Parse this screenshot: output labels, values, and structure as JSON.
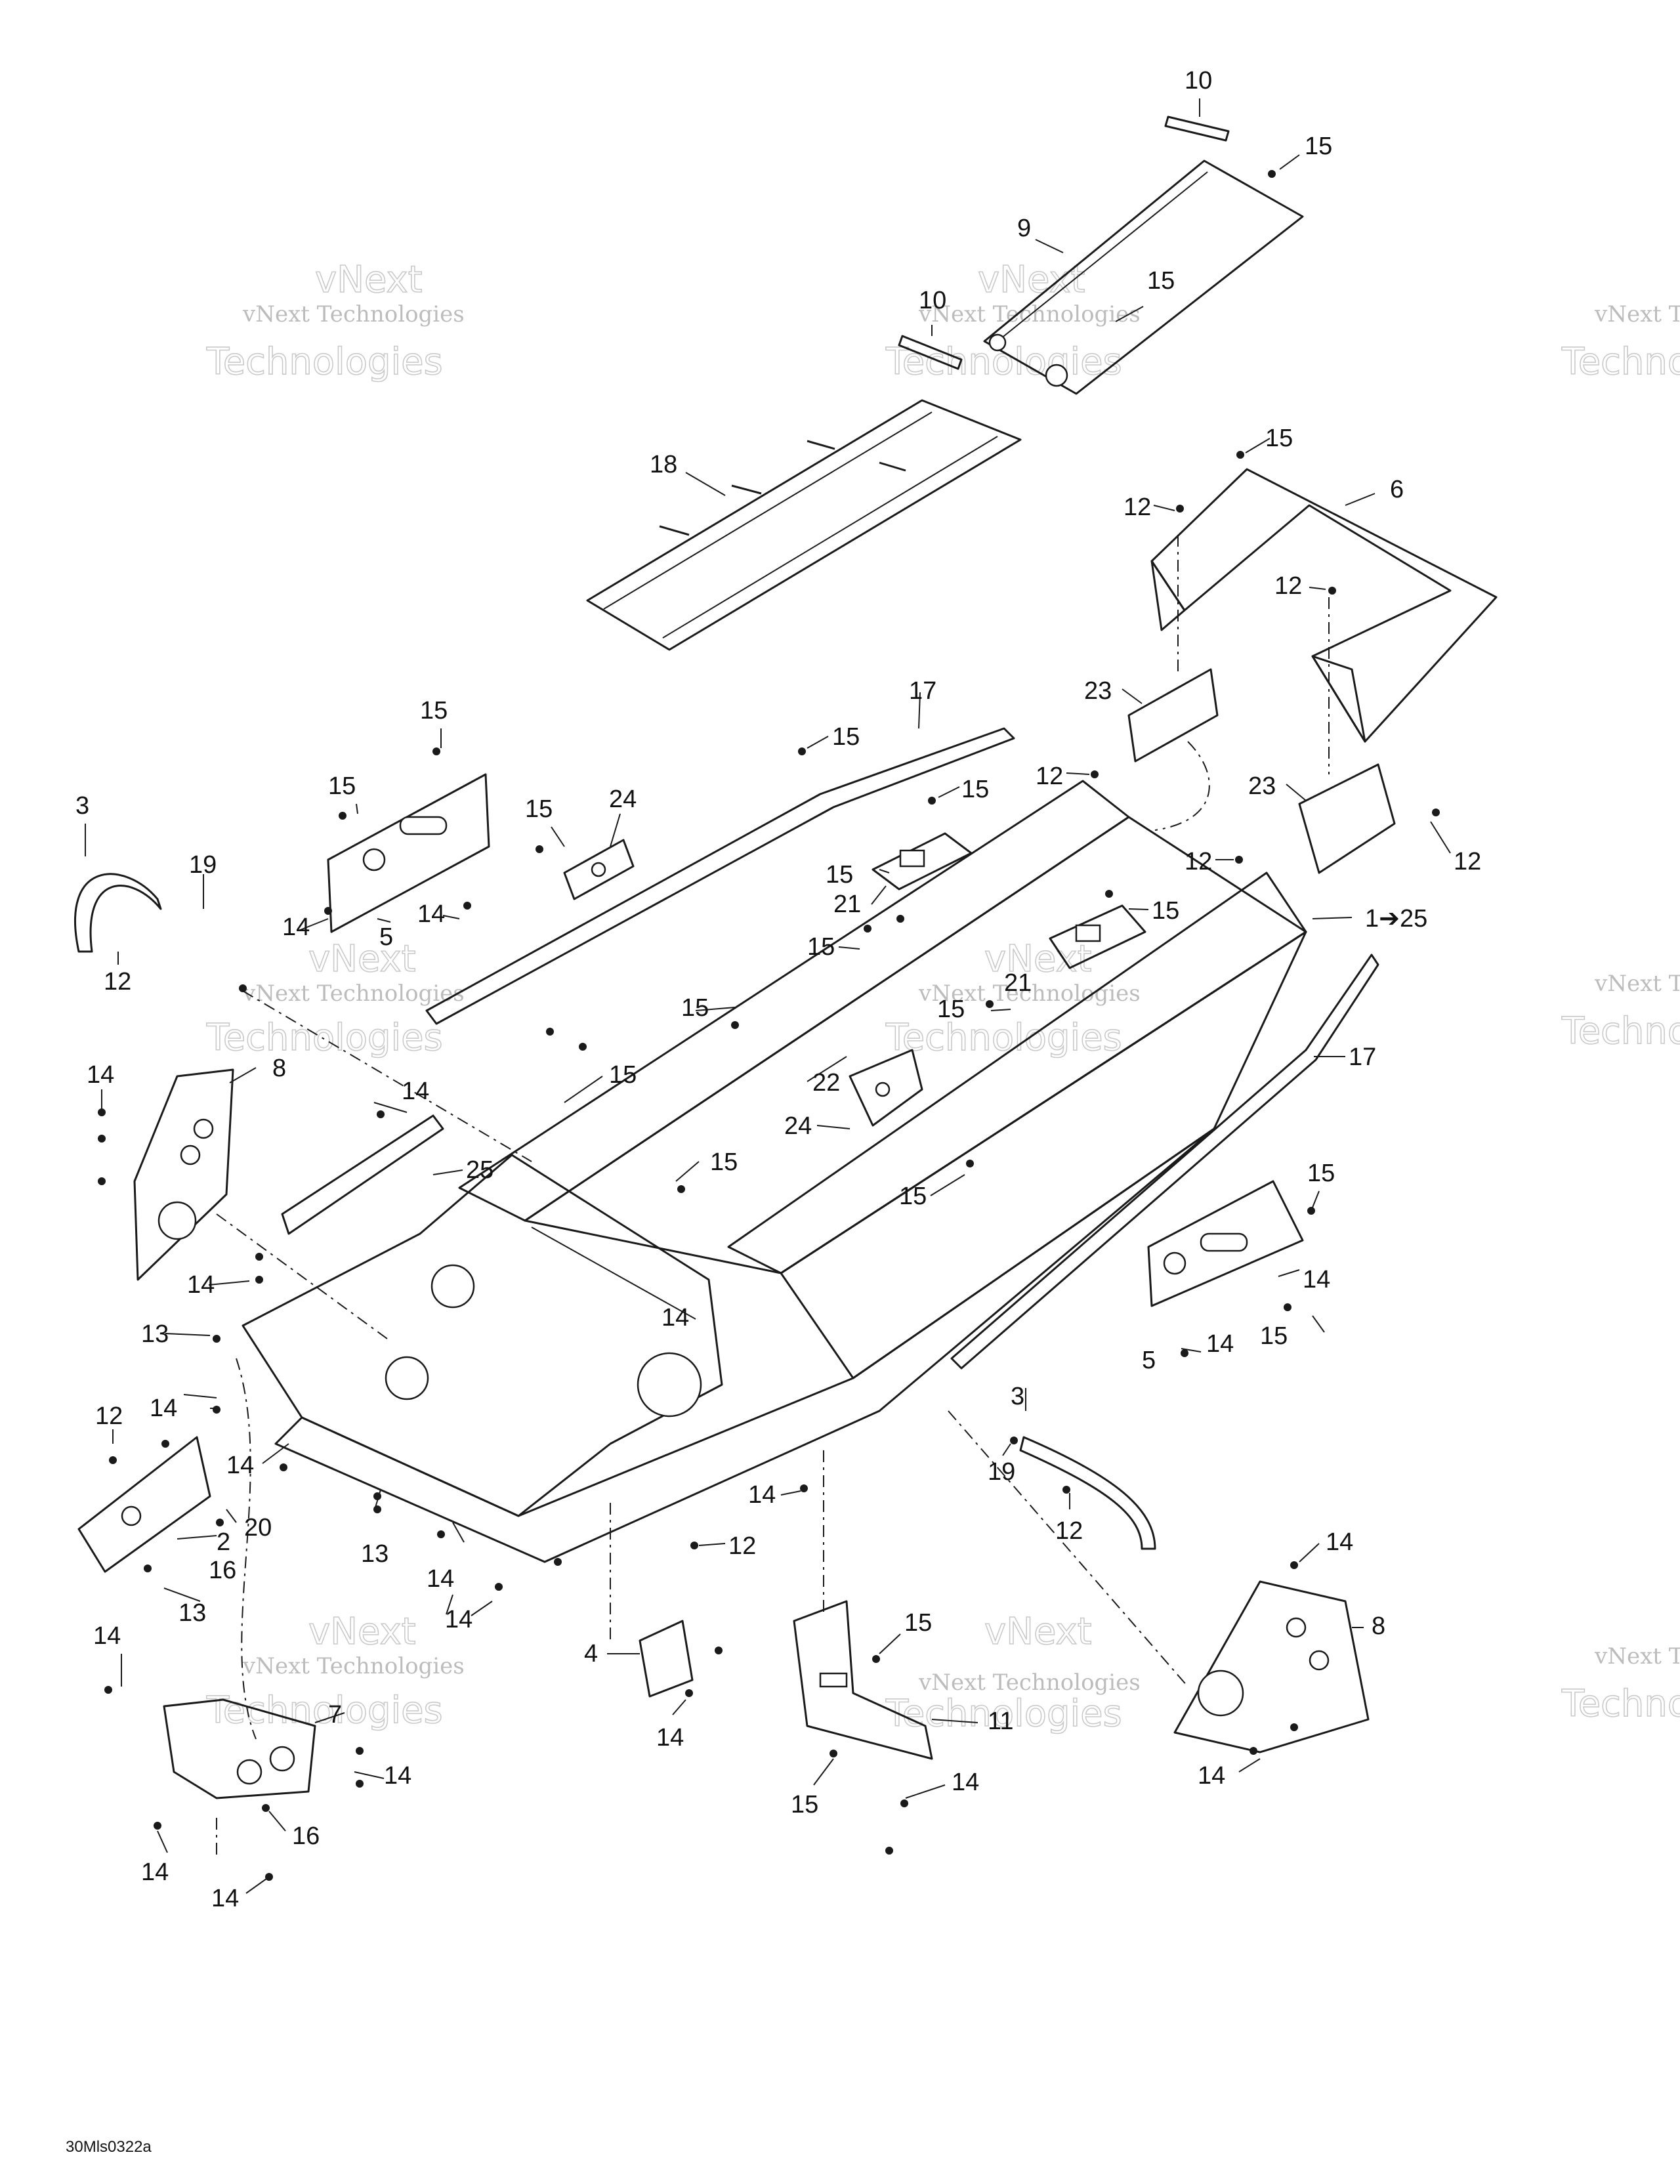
{
  "figure_code": "30Mls0322a",
  "watermark": {
    "line1": "vNext",
    "line2": "vNext Technologies",
    "line3": "Technologies",
    "line4": "vNext Te",
    "line5": "Techno"
  },
  "callouts": {
    "c10a": "10",
    "c15a": "15",
    "c9": "9",
    "c10b": "10",
    "c15b": "15",
    "c18": "18",
    "c15c": "15",
    "c6": "6",
    "c12a": "12",
    "c12b": "12",
    "c23a": "23",
    "c23b": "23",
    "c12c": "12",
    "c12d": "12",
    "c12e": "12",
    "c1to25": "1➔25",
    "c17a": "17",
    "c15d": "15",
    "c15e": "15",
    "c15f": "15",
    "c21a": "21",
    "c15g": "15",
    "c21b": "21",
    "c15h": "15",
    "c15i": "15",
    "c15j": "15",
    "c22": "22",
    "c24a": "24",
    "c15k": "15",
    "c15l": "15",
    "c17b": "17",
    "c15m": "15",
    "c15n": "15",
    "c15o": "15",
    "c24b": "24",
    "c15p": "15",
    "c15q": "15",
    "c14a": "14",
    "c5a": "5",
    "c14b": "14",
    "c3a": "3",
    "c19a": "19",
    "c12f": "12",
    "c14c": "14",
    "c8a": "8",
    "c14d": "14",
    "c25": "25",
    "c14e": "14",
    "c13a": "13",
    "c14f": "14",
    "c12g": "12",
    "c14g": "14",
    "c20": "20",
    "c2": "2",
    "c16a": "16",
    "c13b": "13",
    "c14h": "14",
    "c13c": "13",
    "c14i": "14",
    "c14j": "14",
    "c12h": "12",
    "c14k": "14",
    "c14l": "14",
    "c5b": "5",
    "c14m": "14",
    "c15r": "15",
    "c15s": "15",
    "c3b": "3",
    "c19b": "19",
    "c12i": "12",
    "c14n": "14",
    "c8b": "8",
    "c14o": "14",
    "c4": "4",
    "c14p": "14",
    "c15t": "15",
    "c11": "11",
    "c14q": "14",
    "c15u": "15",
    "c14r": "14",
    "c7": "7",
    "c14s": "14",
    "c16b": "16",
    "c14t": "14",
    "c14u": "14"
  }
}
